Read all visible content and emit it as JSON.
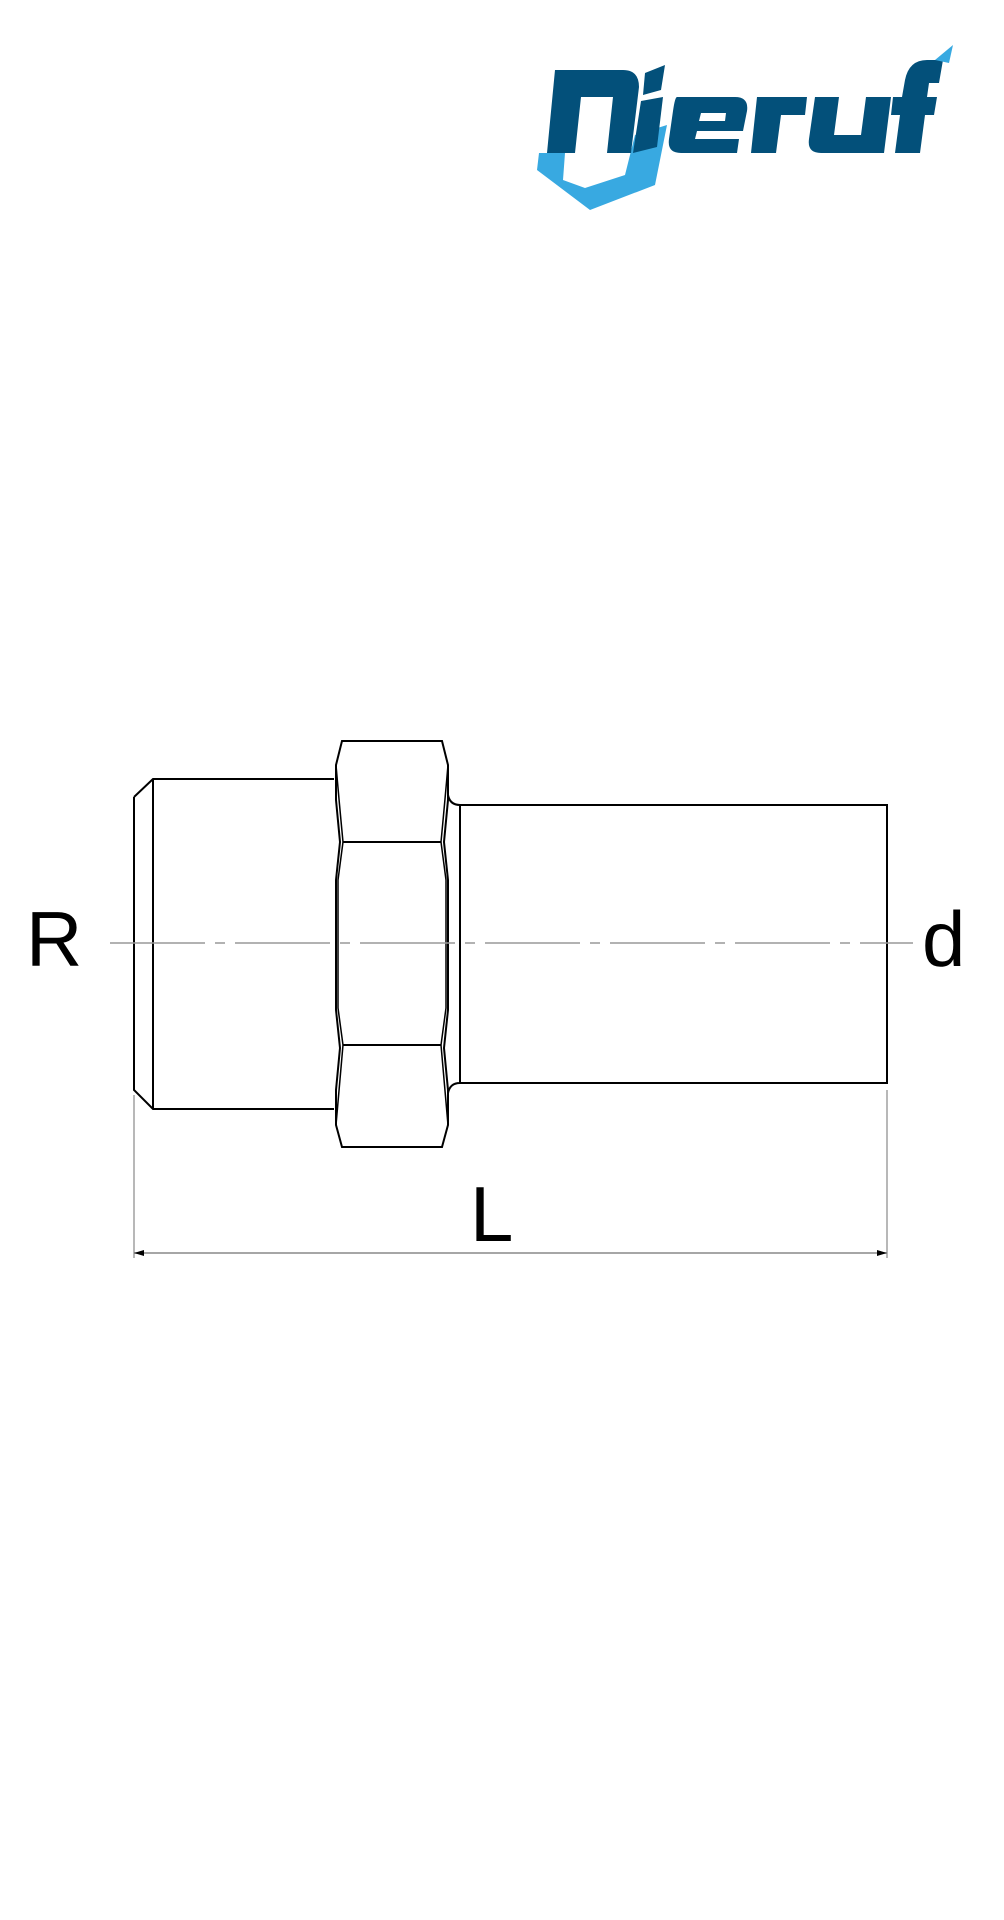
{
  "logo": {
    "text": "nieruf",
    "colors": {
      "primary": "#03507a",
      "accent": "#38a9e1"
    }
  },
  "drawing": {
    "title": "Threaded press adapter technical drawing",
    "line_color": "#000000",
    "centerline_color": "#999999",
    "dimension_color": "#888888",
    "labels": {
      "thread": "R",
      "pipe_diameter": "d",
      "length": "L"
    }
  }
}
